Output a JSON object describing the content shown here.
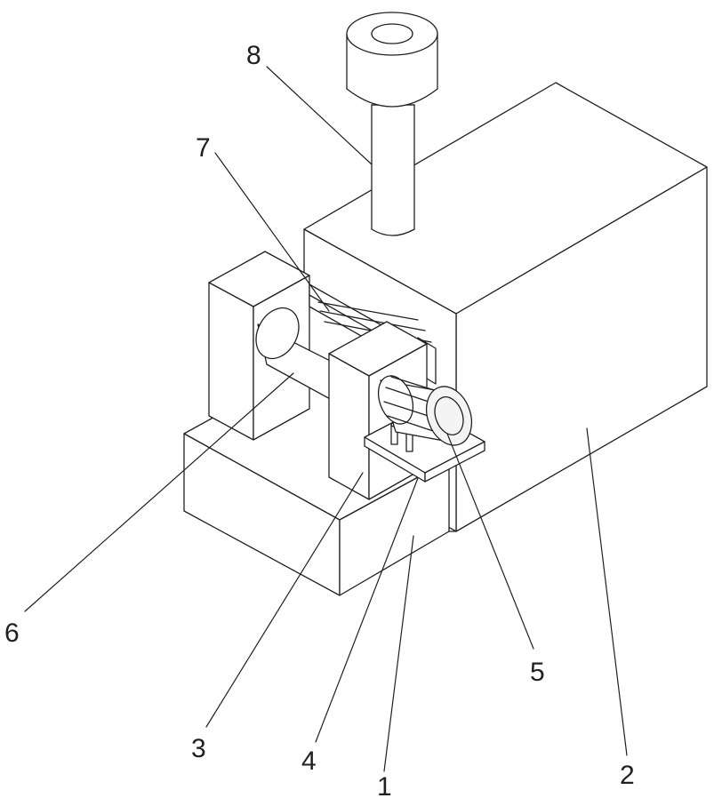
{
  "figure": {
    "type": "patent-style isometric line drawing",
    "callouts": [
      {
        "id": "callout-1",
        "label": "1"
      },
      {
        "id": "callout-2",
        "label": "2"
      },
      {
        "id": "callout-3",
        "label": "3"
      },
      {
        "id": "callout-4",
        "label": "4"
      },
      {
        "id": "callout-5",
        "label": "5"
      },
      {
        "id": "callout-6",
        "label": "6"
      },
      {
        "id": "callout-7",
        "label": "7"
      },
      {
        "id": "callout-8",
        "label": "8"
      }
    ],
    "colors": {
      "line": "#231f20",
      "background": "#ffffff"
    }
  }
}
